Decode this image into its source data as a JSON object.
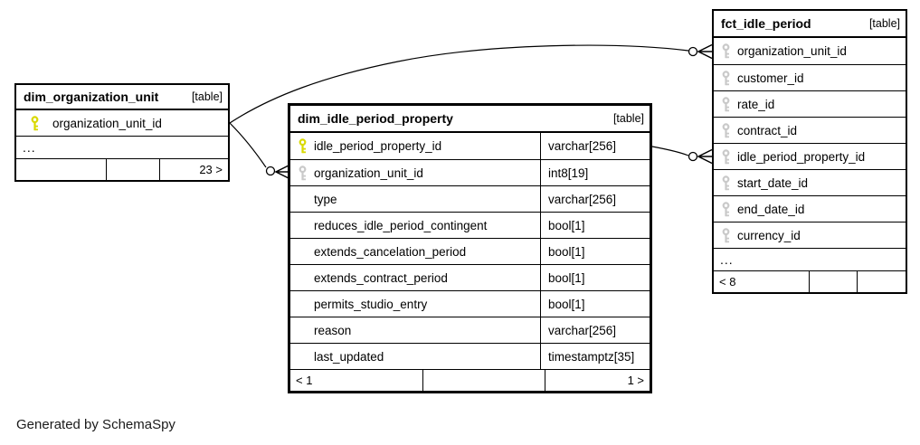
{
  "page": {
    "footer_note": "Generated by SchemaSpy",
    "background": "#ffffff"
  },
  "colors": {
    "primary_key": "#d9d900",
    "foreign_key": "#c9c9c9",
    "border": "#000000",
    "relationship_line": "#000000"
  },
  "tables": {
    "dim_organization_unit": {
      "name": "dim_organization_unit",
      "tag": "[table]",
      "columns": [
        {
          "name": "organization_unit_id",
          "key": "pk"
        }
      ],
      "ellipsis": "...",
      "footer": {
        "left": "",
        "mid": "",
        "right": "23 >"
      }
    },
    "dim_idle_period_property": {
      "name": "dim_idle_period_property",
      "tag": "[table]",
      "has_types": true,
      "columns": [
        {
          "name": "idle_period_property_id",
          "type": "varchar[256]",
          "key": "pk"
        },
        {
          "name": "organization_unit_id",
          "type": "int8[19]",
          "key": "fk"
        },
        {
          "name": "type",
          "type": "varchar[256]",
          "key": ""
        },
        {
          "name": "reduces_idle_period_contingent",
          "type": "bool[1]",
          "key": ""
        },
        {
          "name": "extends_cancelation_period",
          "type": "bool[1]",
          "key": ""
        },
        {
          "name": "extends_contract_period",
          "type": "bool[1]",
          "key": ""
        },
        {
          "name": "permits_studio_entry",
          "type": "bool[1]",
          "key": ""
        },
        {
          "name": "reason",
          "type": "varchar[256]",
          "key": ""
        },
        {
          "name": "last_updated",
          "type": "timestamptz[35]",
          "key": ""
        }
      ],
      "footer": {
        "left": "< 1",
        "mid": "",
        "right": "1 >"
      }
    },
    "fct_idle_period": {
      "name": "fct_idle_period",
      "tag": "[table]",
      "columns": [
        {
          "name": "organization_unit_id",
          "key": "fk"
        },
        {
          "name": "customer_id",
          "key": "fk"
        },
        {
          "name": "rate_id",
          "key": "fk"
        },
        {
          "name": "contract_id",
          "key": "fk"
        },
        {
          "name": "idle_period_property_id",
          "key": "fk"
        },
        {
          "name": "start_date_id",
          "key": "fk"
        },
        {
          "name": "end_date_id",
          "key": "fk"
        },
        {
          "name": "currency_id",
          "key": "fk"
        }
      ],
      "ellipsis": "...",
      "footer": {
        "left": "< 8",
        "mid": "",
        "right": ""
      }
    }
  },
  "relationships": [
    {
      "from": "dim_organization_unit.organization_unit_id",
      "to": "fct_idle_period.organization_unit_id"
    },
    {
      "from": "dim_organization_unit.organization_unit_id",
      "to": "dim_idle_period_property.organization_unit_id"
    },
    {
      "from": "dim_idle_period_property.idle_period_property_id",
      "to": "fct_idle_period.idle_period_property_id"
    }
  ]
}
